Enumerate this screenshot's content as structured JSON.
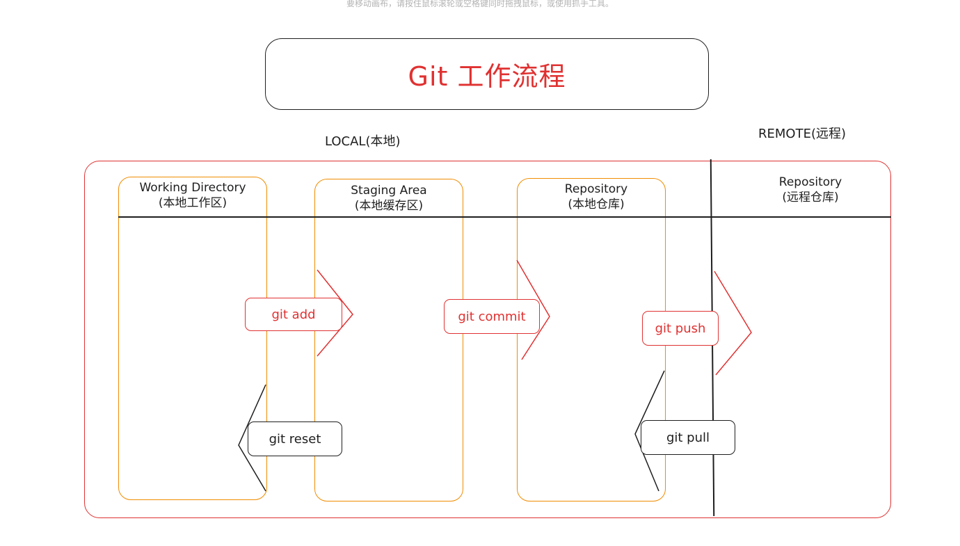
{
  "hint_text": "要移动画布，请按住鼠标滚轮或空格键同时拖拽鼠标，或使用抓手工具。",
  "title": "Git 工作流程",
  "sections": {
    "local": "LOCAL(本地)",
    "remote": "REMOTE(远程)"
  },
  "lanes": [
    {
      "name": "Working Directory",
      "sub": "(本地工作区)"
    },
    {
      "name": "Staging Area",
      "sub": "(本地缓存区)"
    },
    {
      "name": "Repository",
      "sub": "(本地仓库)"
    },
    {
      "name": "Repository",
      "sub": "(远程仓库)"
    }
  ],
  "commands": {
    "add": "git add",
    "commit": "git commit",
    "push": "git push",
    "reset": "git reset",
    "pull": "git pull"
  },
  "colors": {
    "red": "#e03131",
    "orange": "#f08c00",
    "ink": "#1e1e1e"
  }
}
